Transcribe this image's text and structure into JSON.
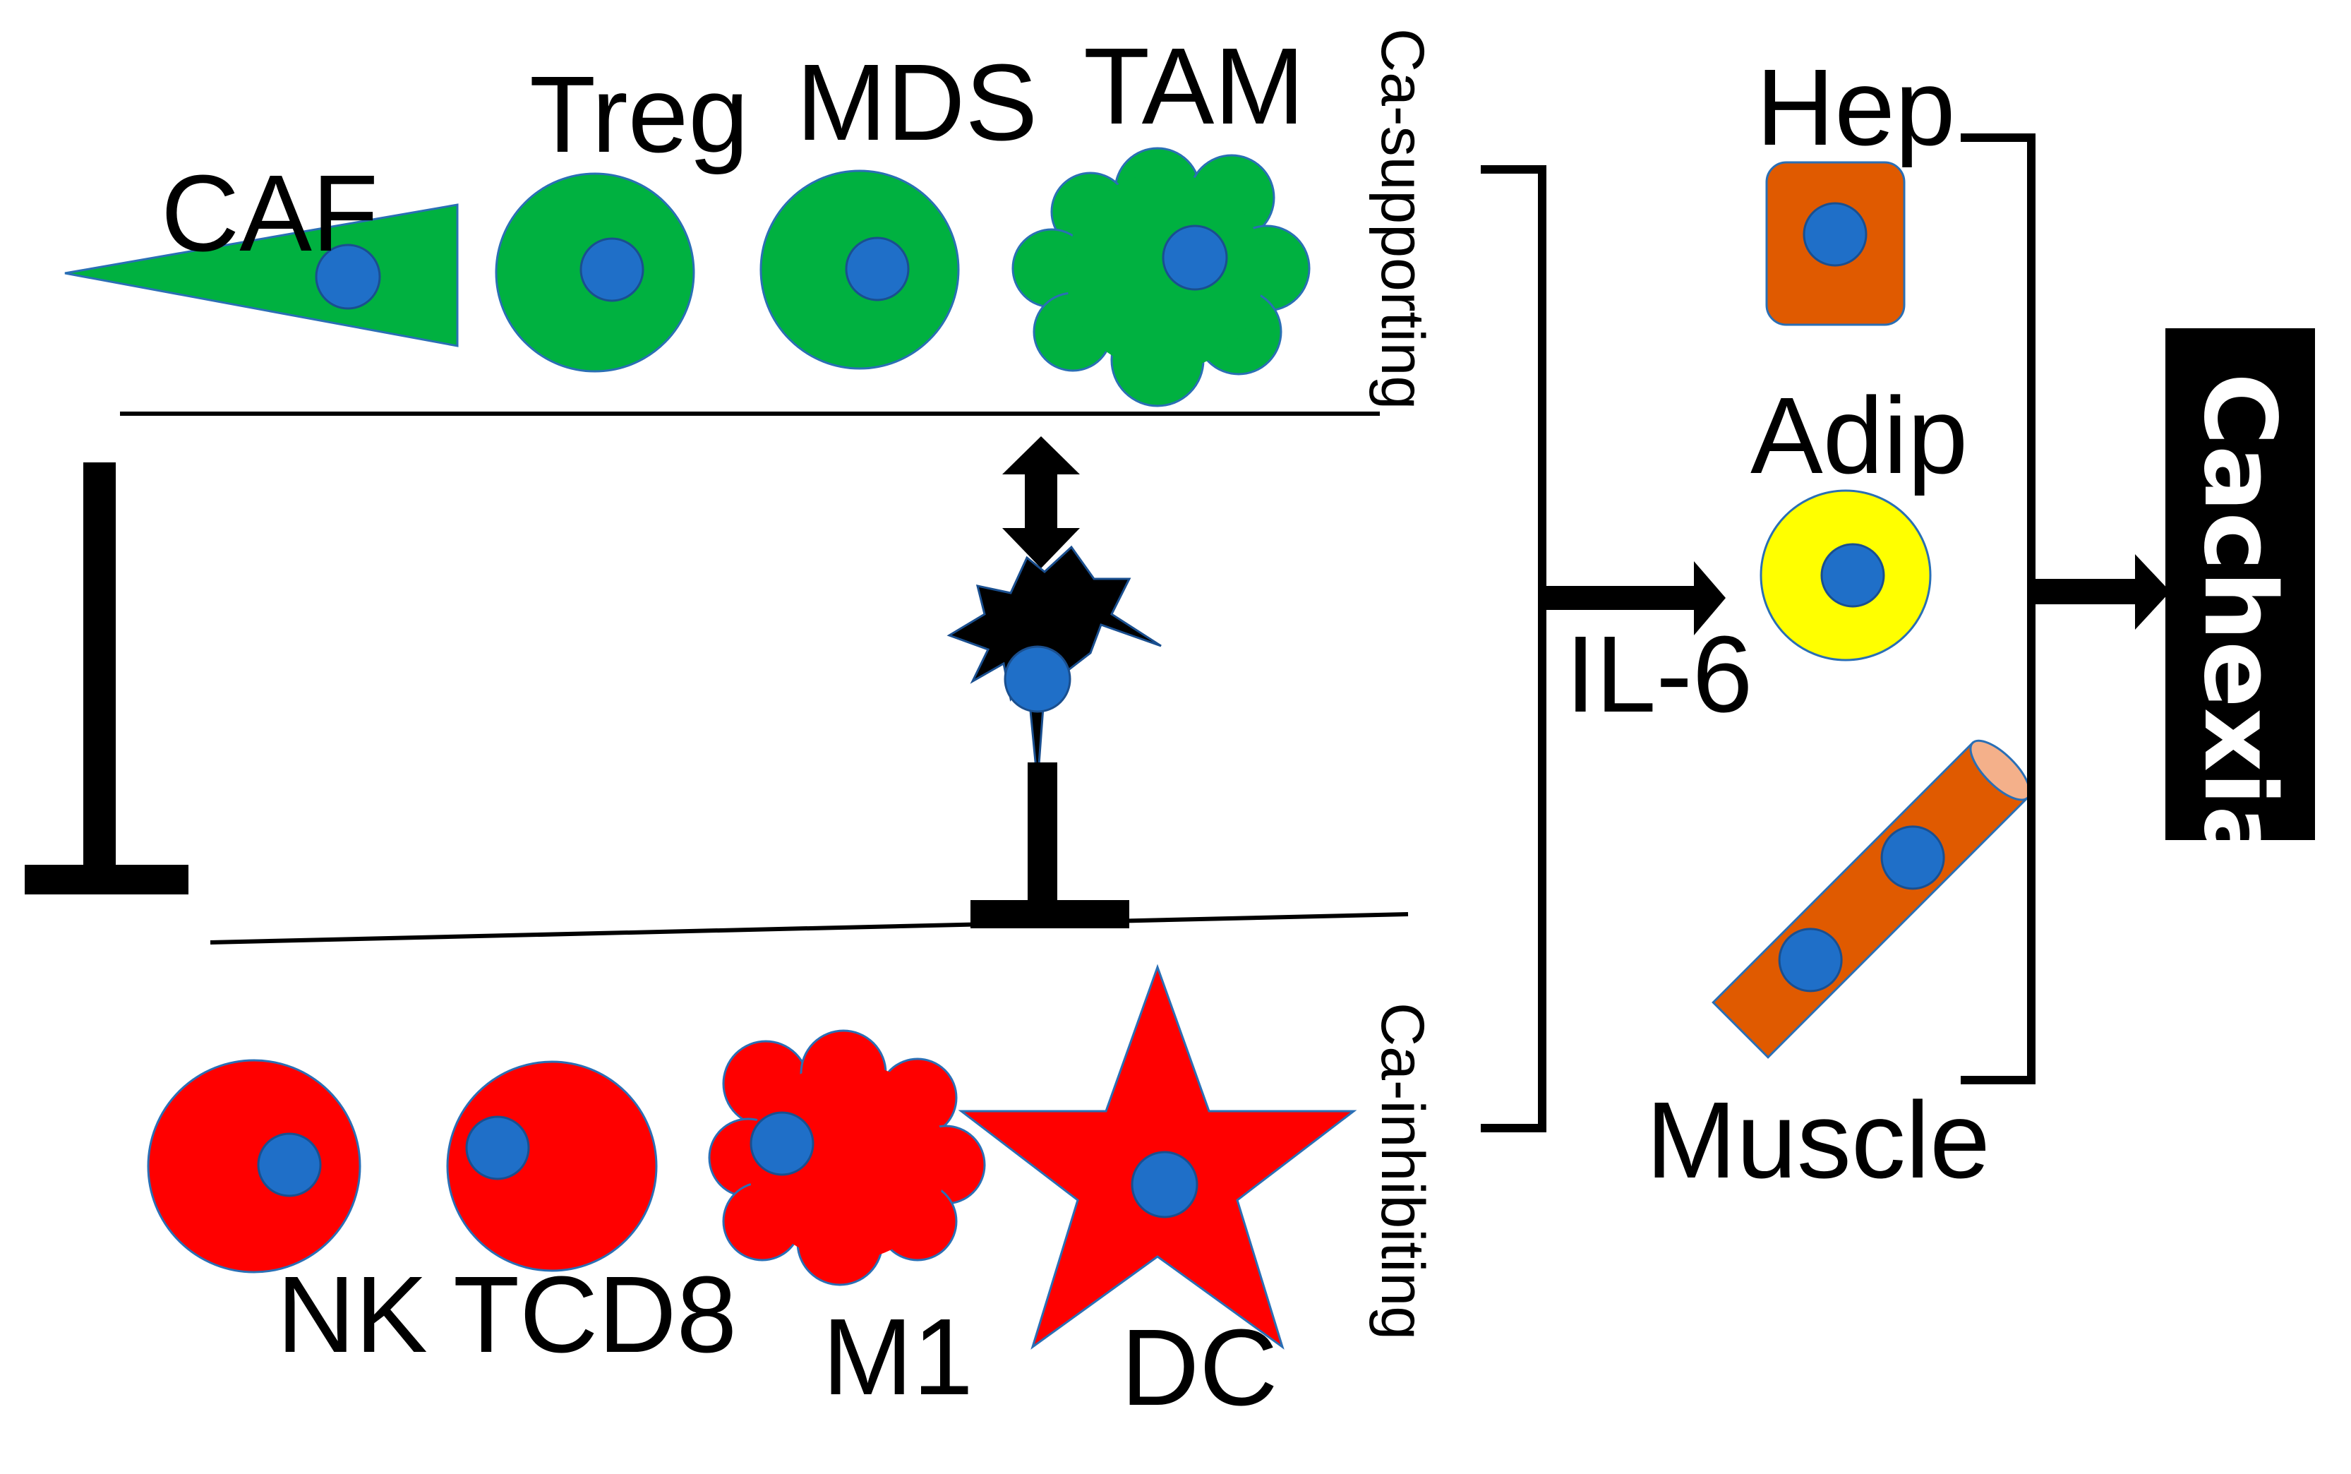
{
  "cells_supporting": {
    "caf": "CAF",
    "treg": "Treg",
    "mds": "MDS",
    "tam": "TAM"
  },
  "cells_inhibiting": {
    "nk": "NK",
    "tcd8": "TCD8",
    "m1": "M1",
    "dc": "DC"
  },
  "groups": {
    "supporting": "Ca-supporting",
    "inhibiting": "Ca-inhibiting"
  },
  "mediator": "IL-6",
  "targets": {
    "hep": "Hep",
    "adip": "Adip",
    "muscle": "Muscle"
  },
  "outcome": "Cachexia",
  "colors": {
    "supporting_cell": "#00b140",
    "inhibiting_cell": "#ff0000",
    "nucleus": "#1f6fc8",
    "hepatocyte": "#e05a00",
    "adipocyte": "#ffff00",
    "muscle": "#e05a00",
    "tumor_cell": "#000000",
    "outcome_box": "#000000"
  }
}
